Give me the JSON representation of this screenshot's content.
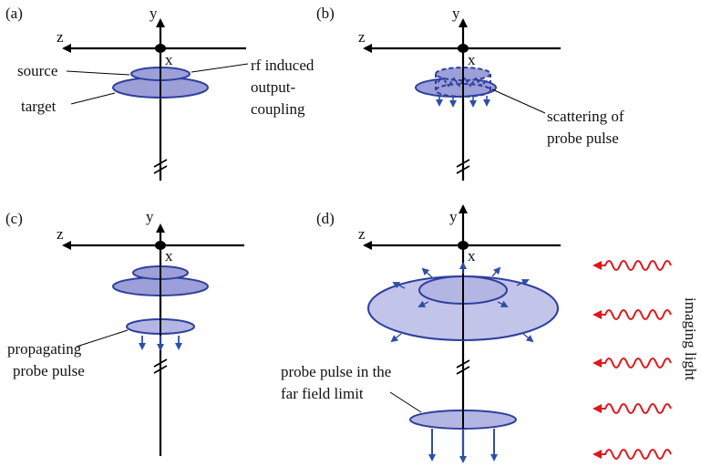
{
  "panels": {
    "a": {
      "tag": "(a)",
      "axes": {
        "y": "y",
        "z": "z",
        "x": "x"
      },
      "labels": {
        "source": "source",
        "target": "target",
        "rf1": "rf induced",
        "rf2": "output-",
        "rf3": "coupling"
      }
    },
    "b": {
      "tag": "(b)",
      "axes": {
        "y": "y",
        "z": "z",
        "x": "x"
      },
      "labels": {
        "scat1": "scattering of",
        "scat2": "probe pulse"
      }
    },
    "c": {
      "tag": "(c)",
      "axes": {
        "y": "y",
        "z": "z",
        "x": "x"
      },
      "labels": {
        "prop1": "propagating",
        "prop2": "probe pulse"
      }
    },
    "d": {
      "tag": "(d)",
      "axes": {
        "y": "y",
        "z": "z",
        "x": "x"
      },
      "labels": {
        "far1": "probe pulse in the",
        "far2": "far field limit",
        "imaging": "imaging light"
      }
    }
  },
  "colors": {
    "cloud_fill": "#9d9fd8",
    "cloud_fill_light": "#c3c4ea",
    "cloud_stroke": "#2e3f9e",
    "arrow_blue": "#2e4fa8",
    "light_red": "#e0161b",
    "axis": "#000000"
  }
}
